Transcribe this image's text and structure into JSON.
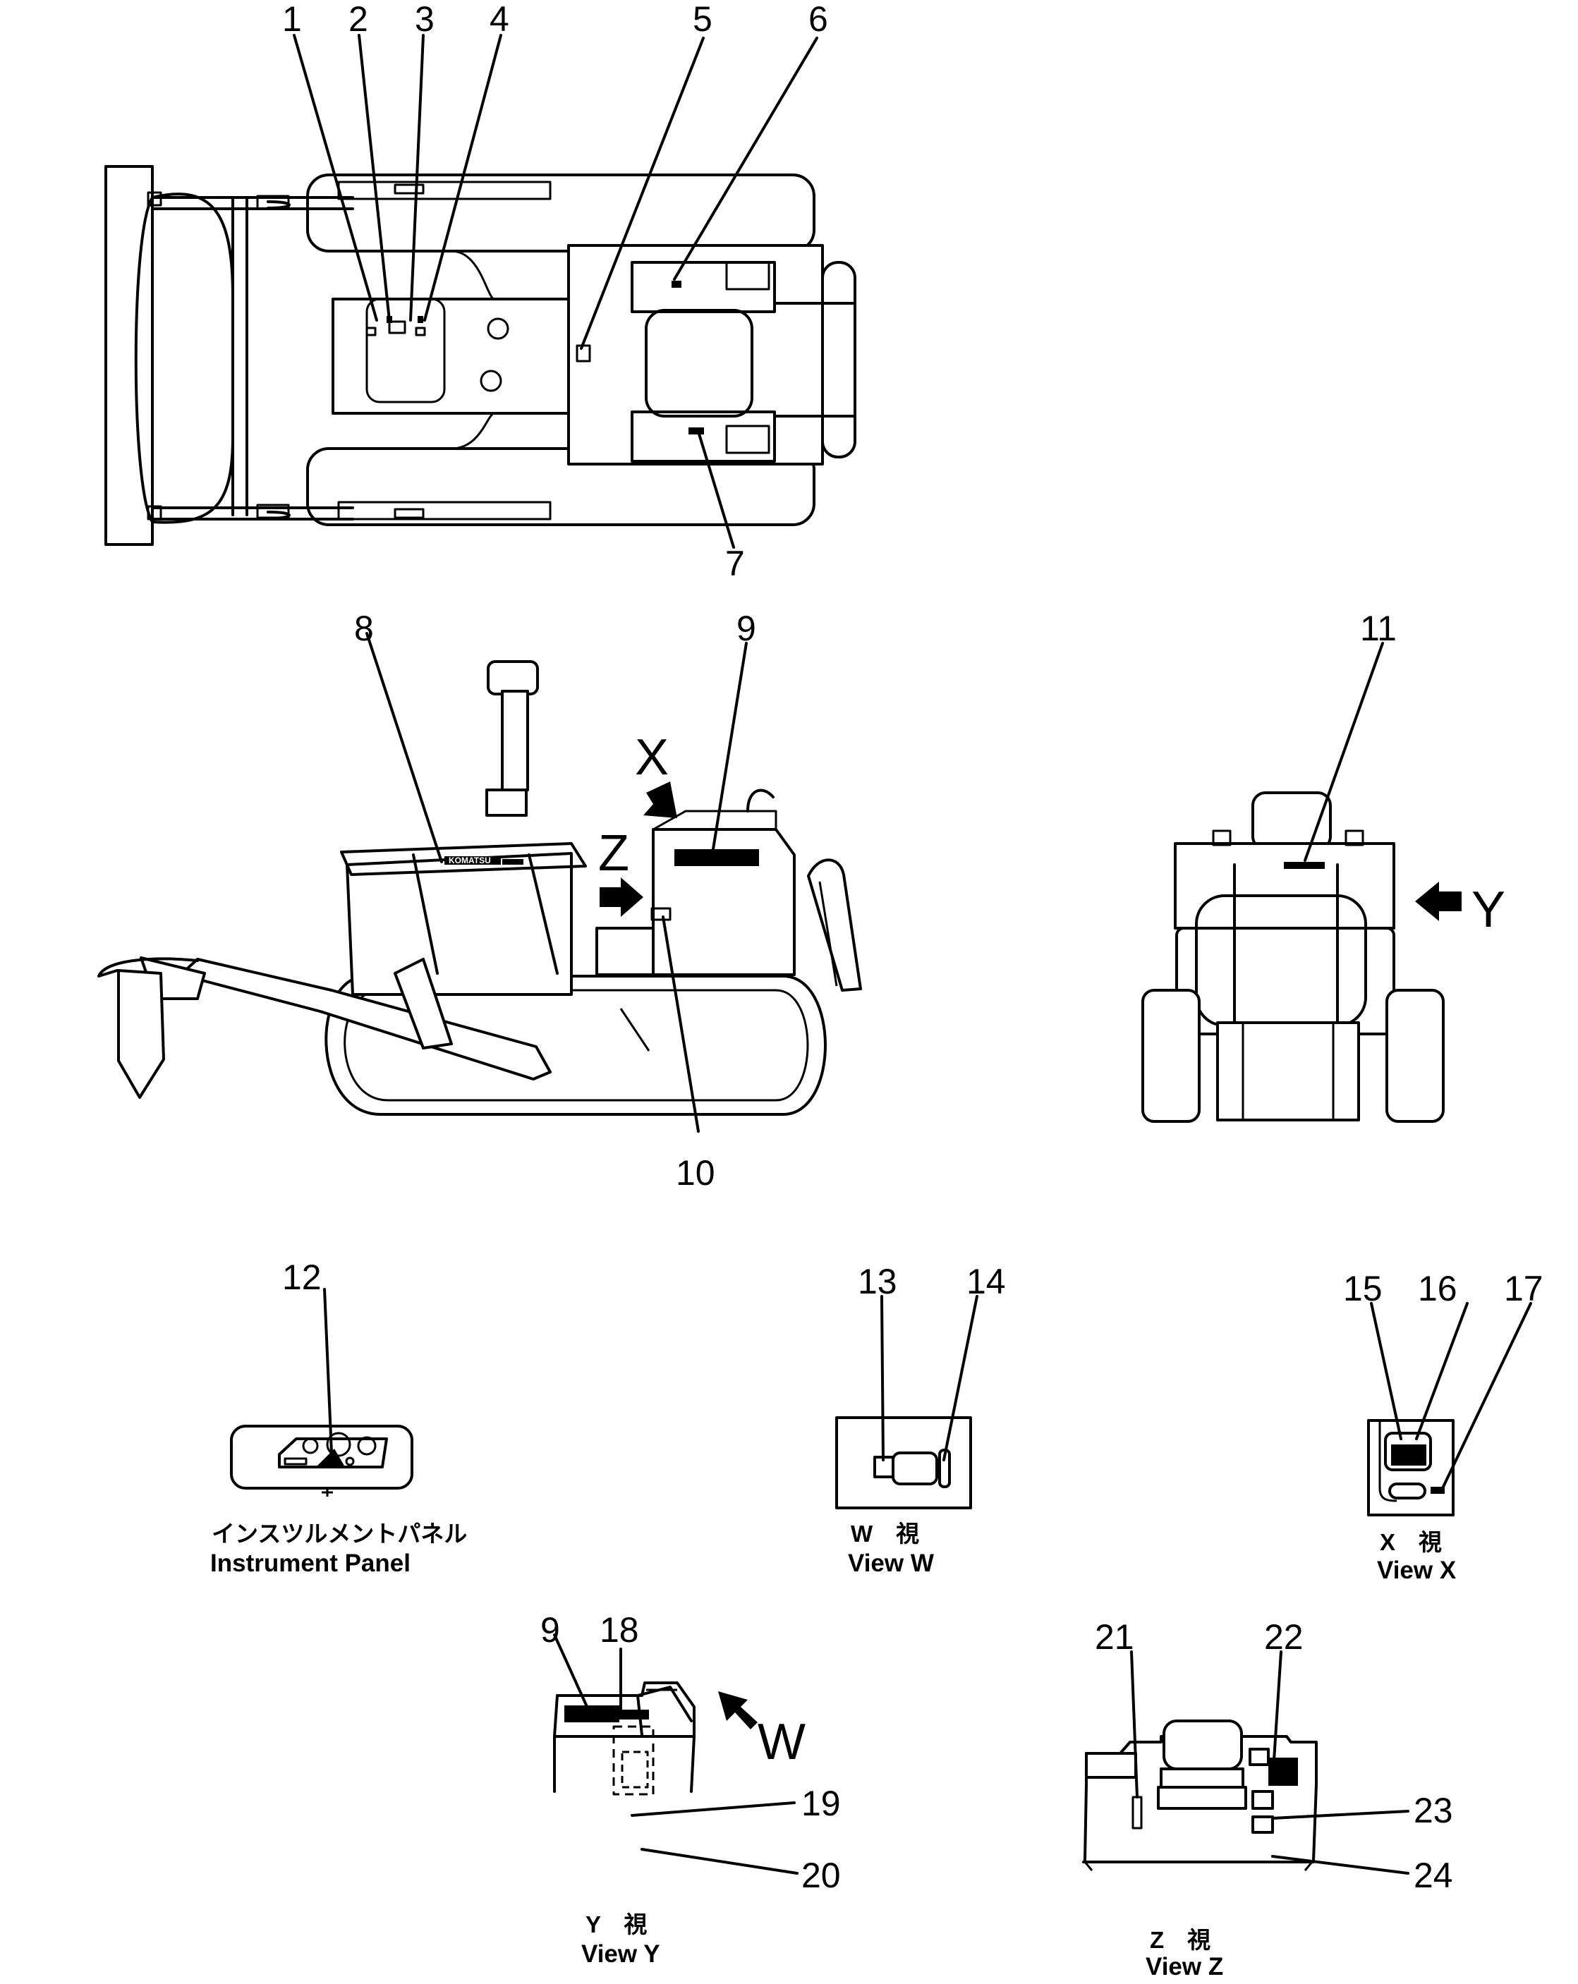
{
  "callouts": {
    "n1": "1",
    "n2": "2",
    "n3": "3",
    "n4": "4",
    "n5": "5",
    "n6": "6",
    "n7": "7",
    "n8": "8",
    "n9": "9",
    "n10": "10",
    "n11": "11",
    "n12": "12",
    "n13": "13",
    "n14": "14",
    "n15": "15",
    "n16": "16",
    "n17": "17",
    "n9b": "9",
    "n18": "18",
    "n19": "19",
    "n20": "20",
    "n21": "21",
    "n22": "22",
    "n23": "23",
    "n24": "24"
  },
  "view_letters": {
    "x": "X",
    "z": "Z",
    "y": "Y",
    "w": "W"
  },
  "captions": {
    "instrument_jp": "インスツルメントパネル",
    "instrument_en": "Instrument Panel",
    "view_w_jp": "W　視",
    "view_w_en": "View W",
    "view_x_jp": "X　視",
    "view_x_en": "View X",
    "view_y_jp": "Y　視",
    "view_y_en": "View Y",
    "view_z_jp": "Z　視",
    "view_z_en": "View Z"
  },
  "hood_brand": "KOMATSU"
}
